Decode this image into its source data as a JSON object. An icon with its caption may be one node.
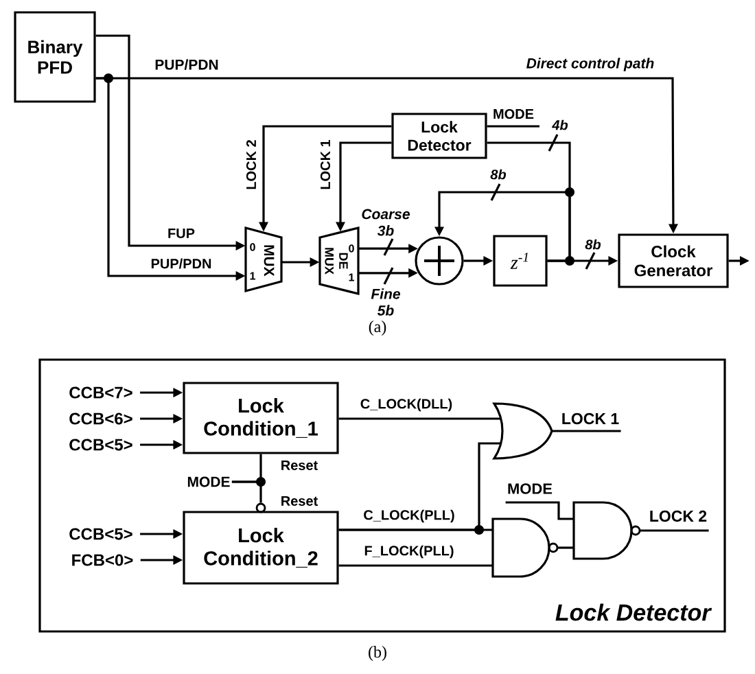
{
  "diagram": {
    "nodes": [
      {
        "text": [
          "Binary PFD"
        ]
      },
      {
        "text": [
          "Lock Detector"
        ]
      },
      {
        "text": [
          "MUX",
          "0",
          "1"
        ]
      },
      {
        "text": [
          "DE MUX",
          "0",
          "1"
        ]
      },
      {
        "text": [],
        "shape": "circle"
      },
      {
        "text": [
          "z$^{-1}$"
        ]
      },
      {
        "text": [
          "Clock Generator"
        ]
      },
      {
        "text": [
          "Lock Detector"
        ]
      },
      {
        "text": [
          "CCB<7>"
        ],
        "in": 7
      },
      {
        "text": [
          "CCB<6>"
        ],
        "in": 7
      },
      {
        "text": [
          "CCB<5>"
        ],
        "in": 7
      },
      {
        "text": [
          "Lock Condition_1"
        ],
        "in": 7
      },
      {
        "text": [
          "MODE"
        ],
        "in": 7
      },
      {
        "text": [
          "CCB<5>"
        ],
        "in": 7
      },
      {
        "text": [
          "FCB<0>"
        ],
        "in": 7
      },
      {
        "text": [
          "Lock Condition_2"
        ],
        "in": 7
      },
      {
        "text": [],
        "shape": "gate",
        "in": 7
      },
      {
        "text": [
          "LOCK 1"
        ],
        "in": 7
      },
      {
        "text": [
          "MODE"
        ],
        "in": 7
      },
      {
        "text": [],
        "shape": "gate",
        "in": 7
      },
      {
        "text": [],
        "shape": "gate",
        "in": 7
      },
      {
        "text": [
          "LOCK 2"
        ],
        "in": 7
      }
    ],
    "edges": [
      {
        "from": 0,
        "to": 2,
        "arrow": "to",
        "label": "FUP"
      },
      {
        "from": 0,
        "to": 2,
        "arrow": "to",
        "label": "PUP/PDN"
      },
      {
        "from": 0,
        "to": 6,
        "arrow": "to",
        "label": "Direct control path"
      },
      {
        "from": 1,
        "to": 2,
        "arrow": "to",
        "label": "LOCK 2"
      },
      {
        "from": 1,
        "to": 3,
        "arrow": "to",
        "label": "LOCK 1"
      },
      {
        "from": 2,
        "to": 3,
        "arrow": "to"
      },
      {
        "from": 3,
        "to": 4,
        "arrow": "to",
        "label": "Coarse 3b"
      },
      {
        "from": 3,
        "to": 4,
        "arrow": "to",
        "label": "Fine 5b"
      },
      {
        "from": 4,
        "to": 5,
        "arrow": "to"
      },
      {
        "from": 5,
        "to": 6,
        "arrow": "to",
        "label": "8b"
      },
      {
        "from": 5,
        "to": 4,
        "arrow": "to",
        "label": "8b"
      },
      {
        "from": 5,
        "to": 1,
        "arrow": "none",
        "label": "4b"
      },
      {
        "from": 1,
        "to": null,
        "arrow": "none",
        "label": "MODE"
      },
      {
        "from": 6,
        "to": null,
        "arrow": "to"
      },
      {
        "from": 8,
        "to": 11,
        "arrow": "to"
      },
      {
        "from": 9,
        "to": 11,
        "arrow": "to"
      },
      {
        "from": 10,
        "to": 11,
        "arrow": "to"
      },
      {
        "from": 12,
        "to": 11,
        "arrow": "none",
        "label": "Reset"
      },
      {
        "from": 12,
        "to": 15,
        "arrow": "none",
        "label": "Reset"
      },
      {
        "from": 13,
        "to": 15,
        "arrow": "to"
      },
      {
        "from": 14,
        "to": 15,
        "arrow": "to"
      },
      {
        "from": 11,
        "to": 16,
        "arrow": "none",
        "label": "C_LOCK(DLL)"
      },
      {
        "from": 15,
        "to": 16,
        "arrow": "none"
      },
      {
        "from": 15,
        "to": 19,
        "arrow": "none",
        "label": "C_LOCK(PLL)"
      },
      {
        "from": 15,
        "to": 19,
        "arrow": "none",
        "label": "F_LOCK(PLL)"
      },
      {
        "from": 16,
        "to": 17,
        "arrow": "none"
      },
      {
        "from": 18,
        "to": 20,
        "arrow": "none"
      },
      {
        "from": 19,
        "to": 20,
        "arrow": "none"
      },
      {
        "from": 20,
        "to": 21,
        "arrow": "none"
      }
    ],
    "labels": [
      "PUP/PDN",
      "(a)",
      "(b)"
    ]
  }
}
